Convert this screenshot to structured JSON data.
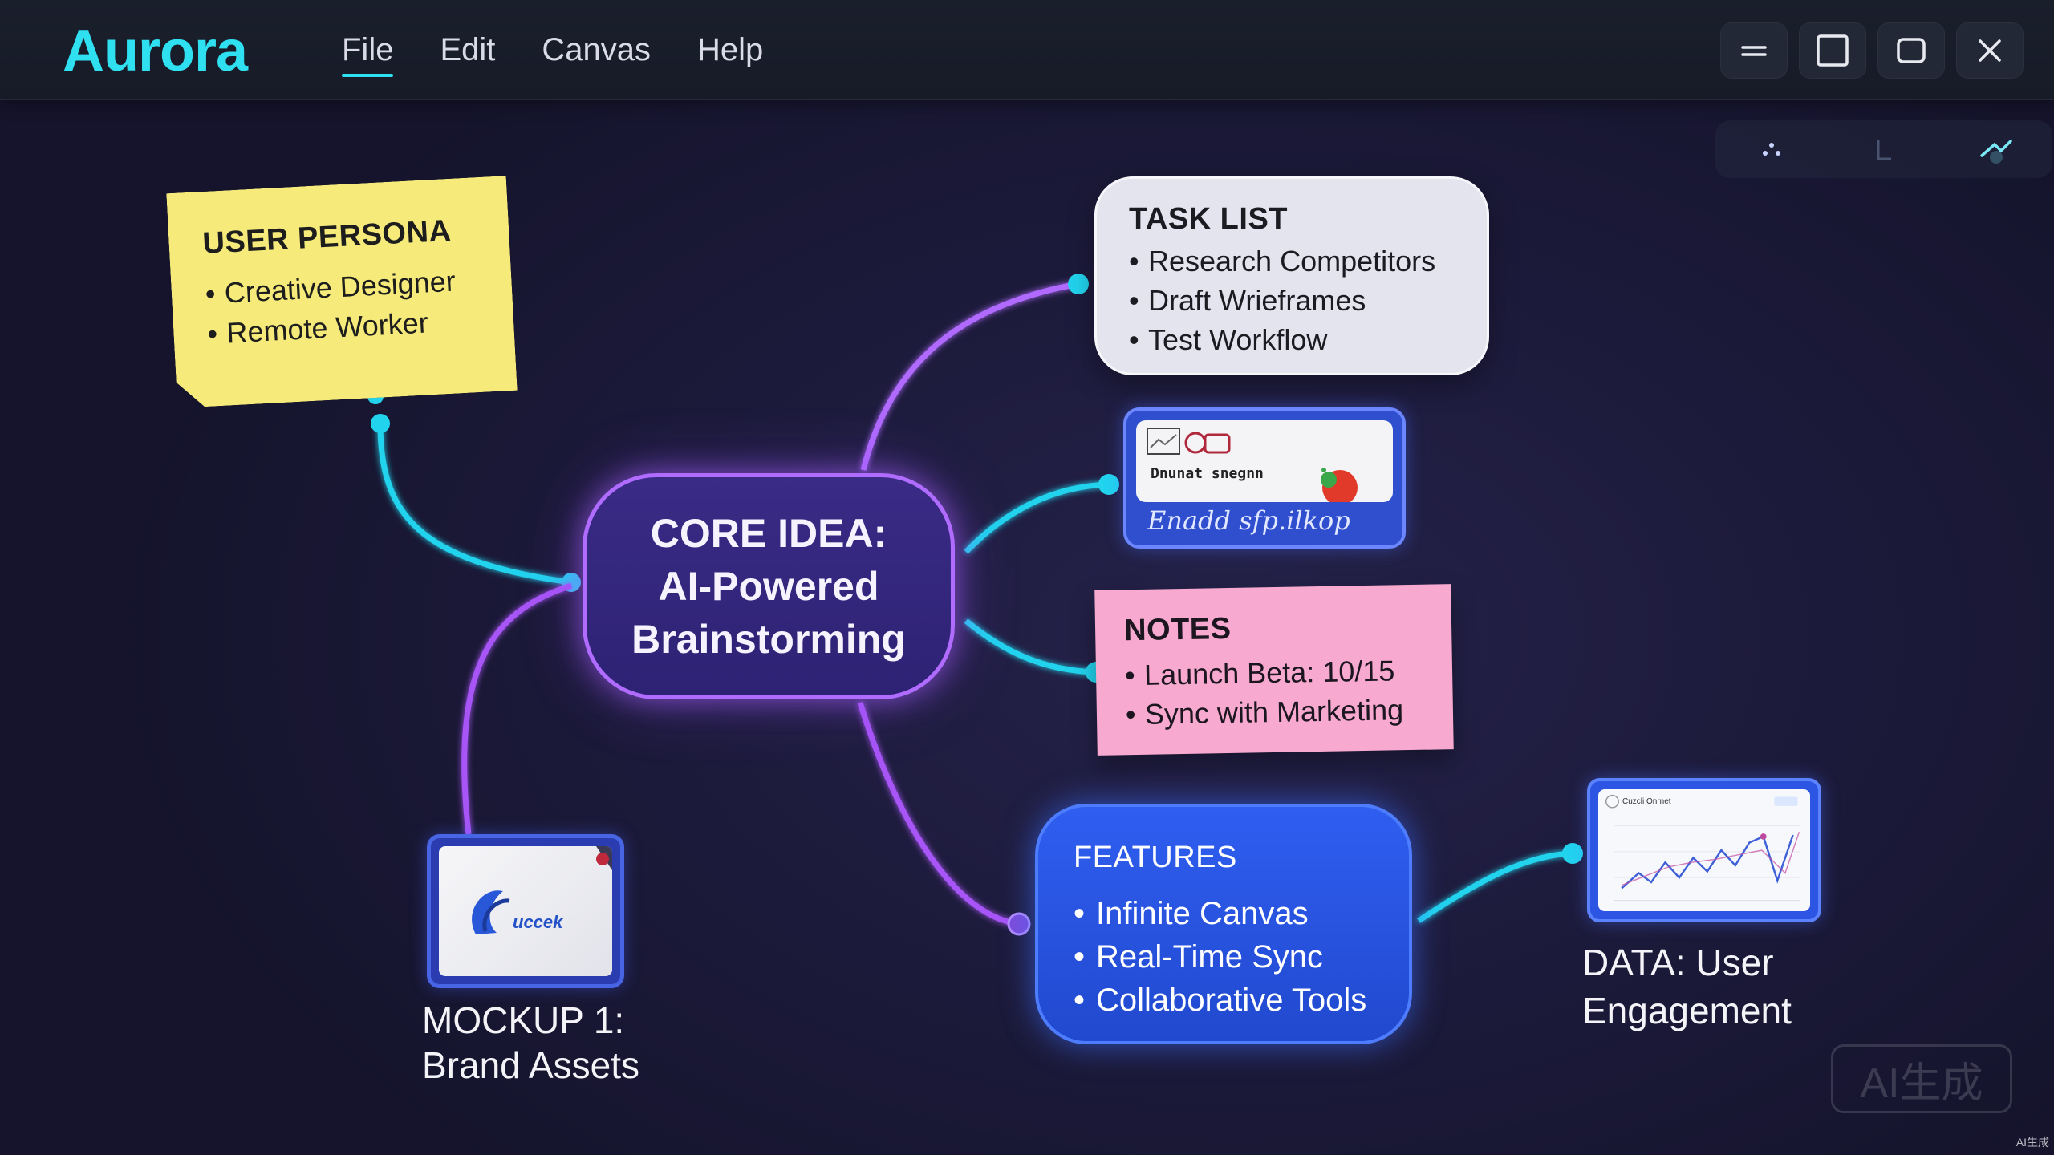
{
  "app": {
    "name": "Aurora",
    "accent": "#2fe0f0"
  },
  "menu": [
    {
      "label": "File",
      "active": true
    },
    {
      "label": "Edit"
    },
    {
      "label": "Canvas"
    },
    {
      "label": "Help"
    }
  ],
  "window_controls": [
    "minimize-icon",
    "maximize-icon",
    "restore-icon",
    "close-icon"
  ],
  "canvas_tools": [
    "pointer-icon",
    "line-icon",
    "connector-icon"
  ],
  "nodes": {
    "persona": {
      "title": "USER PERSONA",
      "items": [
        "Creative Designer",
        "Remote Worker"
      ],
      "color": "#f5ea7a"
    },
    "tasks": {
      "title": "TASK LIST",
      "items": [
        "Research Competitors",
        "Draft Wrieframes",
        "Test Workflow"
      ],
      "color": "#e4e4ee"
    },
    "image_card": {
      "caption": "Enadd sfp.ilkop",
      "inner_text": "Dnunat snegnn"
    },
    "notes": {
      "title": "NOTES",
      "items": [
        "Launch Beta: 10/15",
        "Sync with Marketing"
      ],
      "color": "#f8a9cf"
    },
    "core": {
      "lines": [
        "CORE IDEA:",
        "AI-Powered",
        "Brainstorming"
      ],
      "border_color": "#b06bff"
    },
    "features": {
      "title": "FEATURES",
      "items": [
        "Infinite Canvas",
        "Real-Time Sync",
        "Collaborative Tools"
      ],
      "color": "#2f5ef0"
    },
    "mockup": {
      "label_line1": "MOCKUP 1:",
      "label_line2": "Brand Assets",
      "logo_text": "uccek"
    },
    "data": {
      "label_line1": "DATA: User",
      "label_line2": "Engagement",
      "chart_title": "Cuzcli Onrnet"
    }
  },
  "connector_colors": {
    "cyan": "#22d3ee",
    "purple": "#a855f7"
  },
  "watermark": {
    "text": "AI生成",
    "small": "AI生成"
  }
}
